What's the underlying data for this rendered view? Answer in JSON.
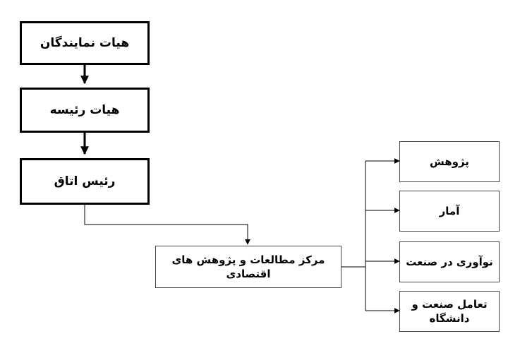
{
  "diagram": {
    "nodes": {
      "board_of_representatives": "هیات نمایندگان",
      "board_of_directors": "هیات رئیسه",
      "chamber_president": "رئیس اتاق",
      "research_center": "مرکز مطالعات و پژوهش های اقتصادی",
      "research": "پژوهش",
      "statistics": "آمار",
      "industry_innovation": "نوآوری در صنعت",
      "industry_university_line1": "تعامل صنعت و",
      "industry_university_line2": "دانشگاه"
    },
    "colors": {
      "line": "#000000",
      "thin_border": "#444444",
      "background": "#ffffff"
    }
  }
}
